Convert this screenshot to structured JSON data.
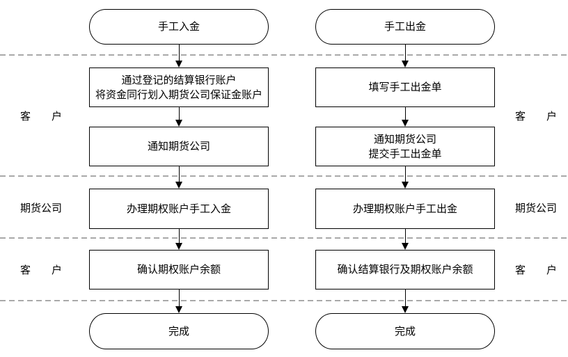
{
  "flowchart": {
    "deposit": {
      "start": "手工入金",
      "step1": "通过登记的结算银行账户\n将资金同行划入期货公司保证金账户",
      "step2": "通知期货公司",
      "step3": "办理期权账户手工入金",
      "step4": "确认期权账户余额",
      "end": "完成"
    },
    "withdrawal": {
      "start": "手工出金",
      "step1": "填写手工出金单",
      "step2": "通知期货公司\n提交手工出金单",
      "step3": "办理期权账户手工出金",
      "step4": "确认结算银行及期权账户余额",
      "end": "完成"
    },
    "lanes": [
      {
        "label": "客　　户"
      },
      {
        "label": "期货公司"
      },
      {
        "label": "客　　户"
      }
    ],
    "colors": {
      "node_border": "#000000",
      "arrow": "#000000",
      "dashed_divider": "#a9a9a9",
      "background": "#ffffff",
      "text": "#000000"
    }
  }
}
